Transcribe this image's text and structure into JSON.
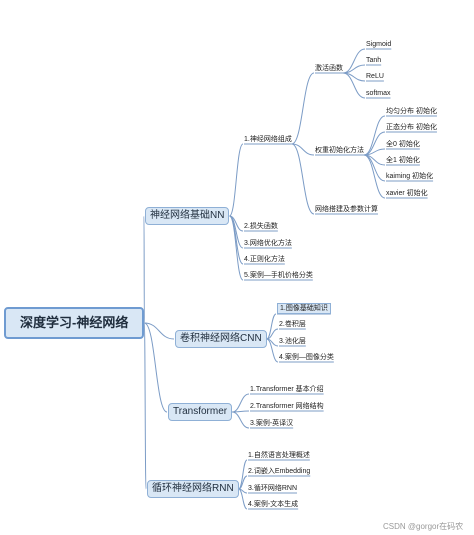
{
  "root": "深度学习-神经网络",
  "branches": {
    "nn": {
      "label": "神经网络基础NN",
      "composition": {
        "label": "1.神经网络组成",
        "activation": {
          "label": "激活函数",
          "items": [
            "Sigmoid",
            "Tanh",
            "ReLU",
            "softmax"
          ]
        },
        "init": {
          "label": "权重初始化方法",
          "items": [
            "均匀分布 初始化",
            "正态分布 初始化",
            "全0 初始化",
            "全1 初始化",
            "kaiming 初始化",
            "xavier 初始化"
          ]
        },
        "build": "网络搭建及参数计算"
      },
      "items": [
        "2.损失函数",
        "3.网络优化方法",
        "4.正则化方法",
        "5.案例—手机价格分类"
      ]
    },
    "cnn": {
      "label": "卷积神经网络CNN",
      "items": [
        "1.图像基础知识",
        "2.卷积层",
        "3.池化层",
        "4.案例—图像分类"
      ]
    },
    "transformer": {
      "label": "Transformer",
      "items": [
        "1.Transformer 基本介绍",
        "2.Transformer 网络结构",
        "3.案例-英译汉"
      ]
    },
    "rnn": {
      "label": "循环神经网络RNN",
      "items": [
        "1.自然语言处理概述",
        "2.词嵌入Embedding",
        "3.循环网络RNN",
        "4.案例-文本生成"
      ]
    }
  },
  "watermark": "CSDN @gorgor在码农",
  "colors": {
    "line": "#7c9cc6",
    "node_fill": "#d9e7f5",
    "node_border": "#8fb0d6"
  }
}
